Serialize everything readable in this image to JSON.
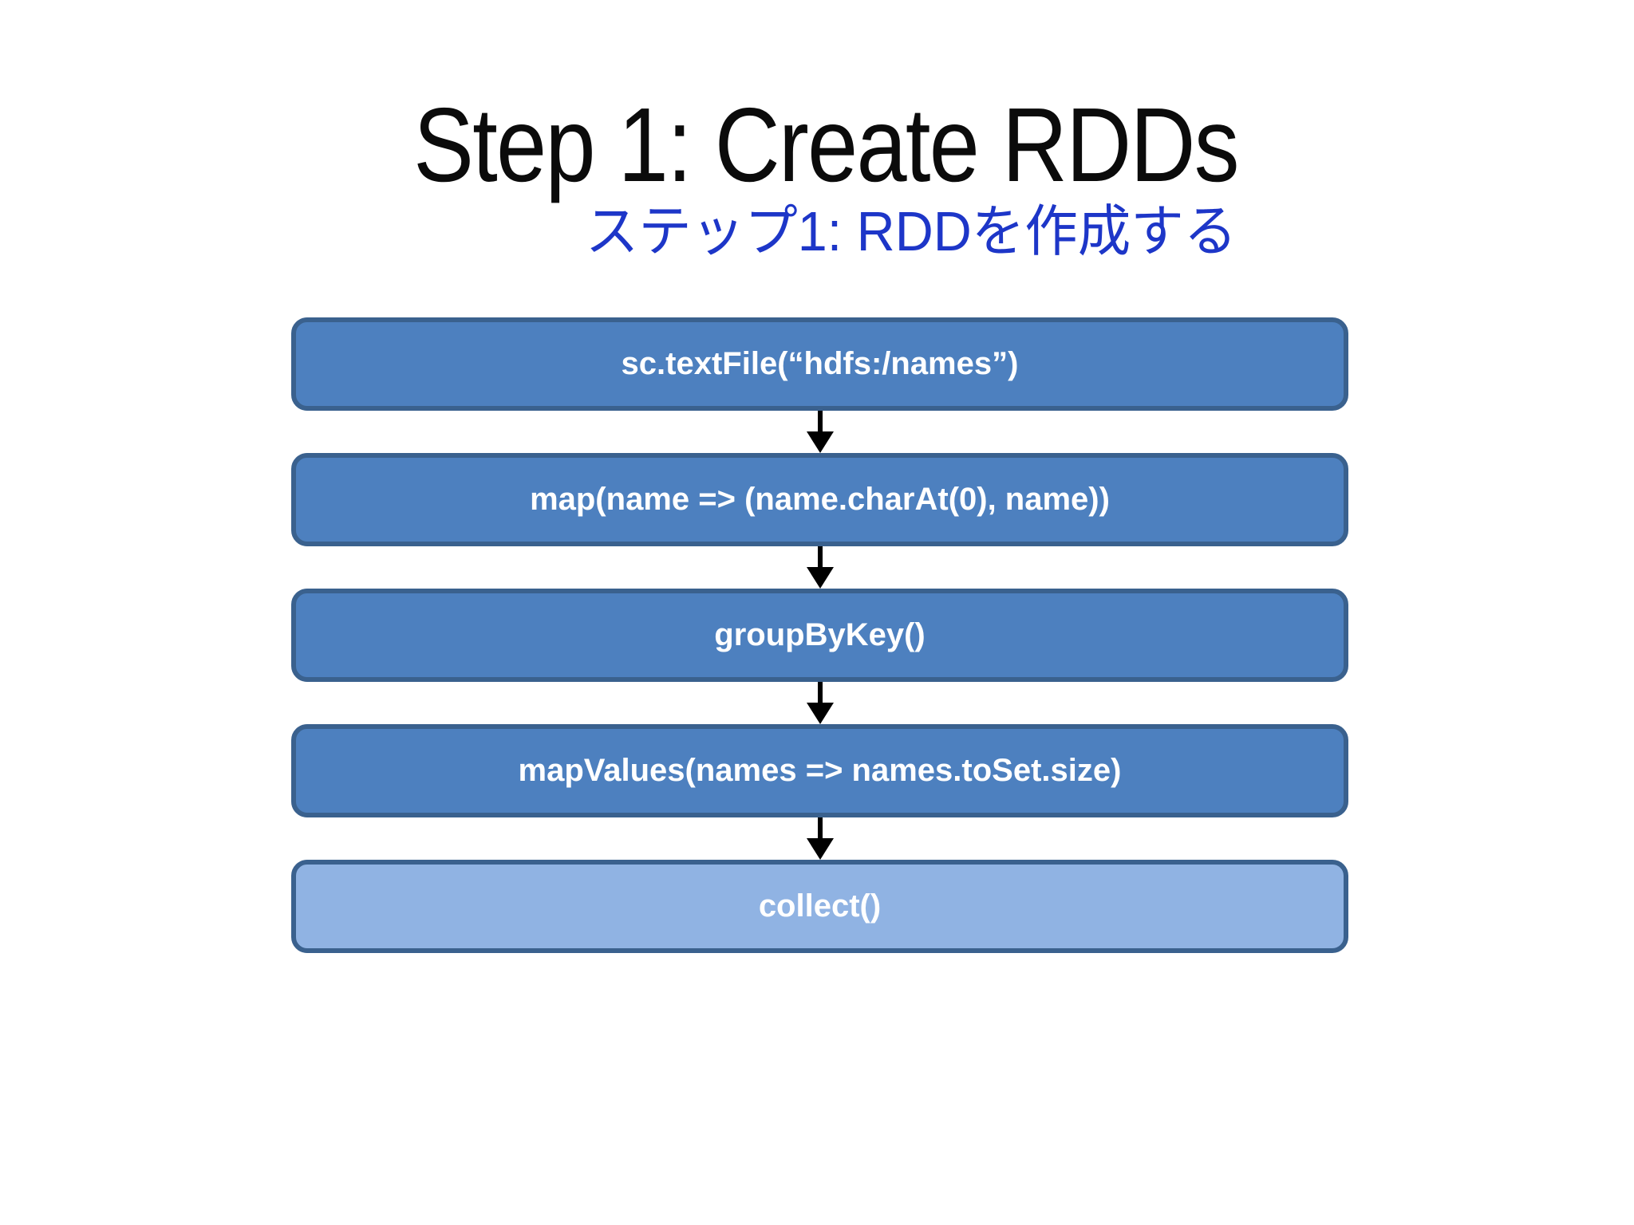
{
  "slide": {
    "title": "Step 1: Create RDDs",
    "subtitle": "ステップ1: RDDを作成する",
    "colors": {
      "background": "#ffffff",
      "title_text": "#0b0b0b",
      "subtitle_text": "#1d36c8",
      "box_fill_dark": "#4d80bf",
      "box_fill_light": "#90b3e3",
      "box_border": "#3a618e",
      "box_text": "#ffffff",
      "arrow": "#000000"
    },
    "flow": {
      "boxes": [
        {
          "label": "sc.textFile(“hdfs:/names”)",
          "variant": "dark"
        },
        {
          "label": "map(name => (name.charAt(0), name))",
          "variant": "dark"
        },
        {
          "label": "groupByKey()",
          "variant": "dark"
        },
        {
          "label": "mapValues(names => names.toSet.size)",
          "variant": "dark"
        },
        {
          "label": "collect()",
          "variant": "light"
        }
      ]
    }
  }
}
